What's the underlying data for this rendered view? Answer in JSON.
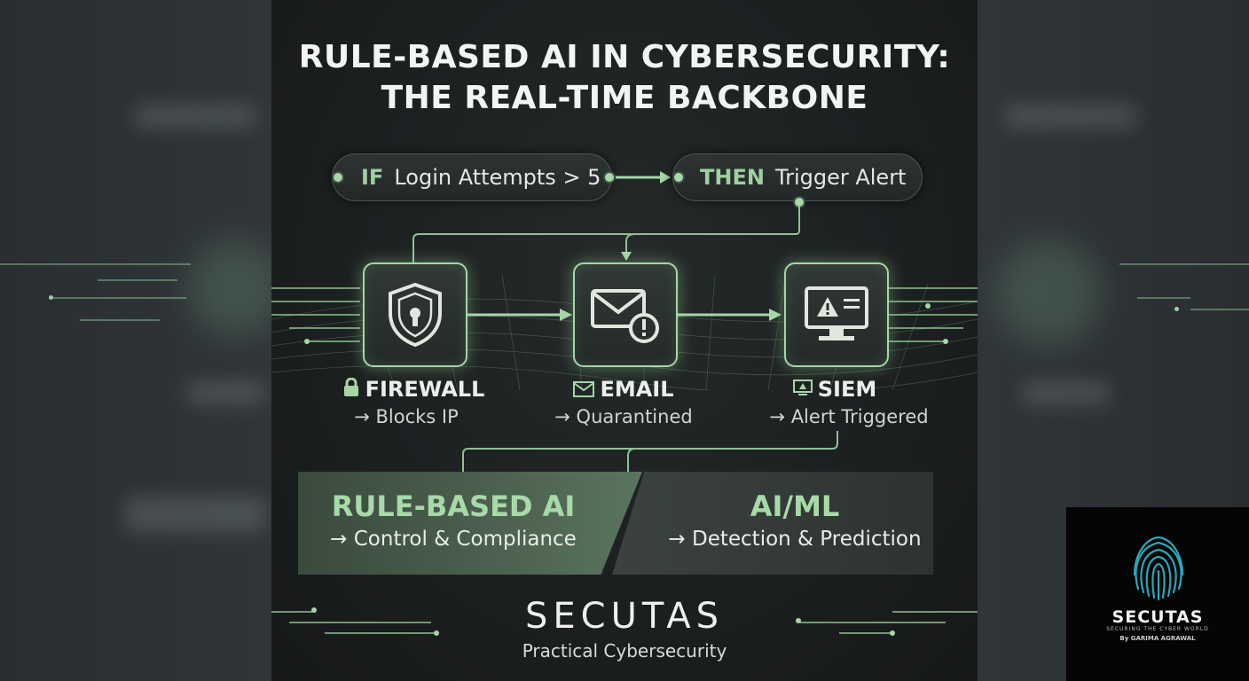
{
  "title": {
    "line1": "RULE-BASED AI IN CYBERSECURITY:",
    "line2": "THE REAL-TIME BACKBONE"
  },
  "rule": {
    "if_keyword": "IF",
    "if_condition": "Login Attempts > 5",
    "then_keyword": "THEN",
    "then_action": "Trigger Alert"
  },
  "nodes": [
    {
      "label": "FIREWALL",
      "result": "→ Blocks IP",
      "icon": "shield-lock-icon",
      "label_icon": "padlock-icon"
    },
    {
      "label": "EMAIL",
      "result": "→ Quarantined",
      "icon": "envelope-alert-icon",
      "label_icon": "envelope-icon"
    },
    {
      "label": "SIEM",
      "result": "→ Alert Triggered",
      "icon": "monitor-warning-icon",
      "label_icon": "monitor-icon"
    }
  ],
  "comparison": {
    "left_title": "RULE-BASED AI",
    "left_subtitle": "→ Control & Compliance",
    "right_title": "AI/ML",
    "right_subtitle": "→ Detection & Prediction"
  },
  "brand": {
    "name": "SECUTAS",
    "tagline": "Practical Cybersecurity"
  },
  "logo": {
    "name": "SECUTAS",
    "subtitle": "SECURING THE CYBER WORLD",
    "byline": "By GARIMA AGRAWAL",
    "icon": "fingerprint-icon"
  },
  "colors": {
    "accent": "#a6d6a8",
    "panel": "#1c1f20",
    "backdrop": "#2b2f33",
    "logo_accent": "#2aa6b8"
  }
}
